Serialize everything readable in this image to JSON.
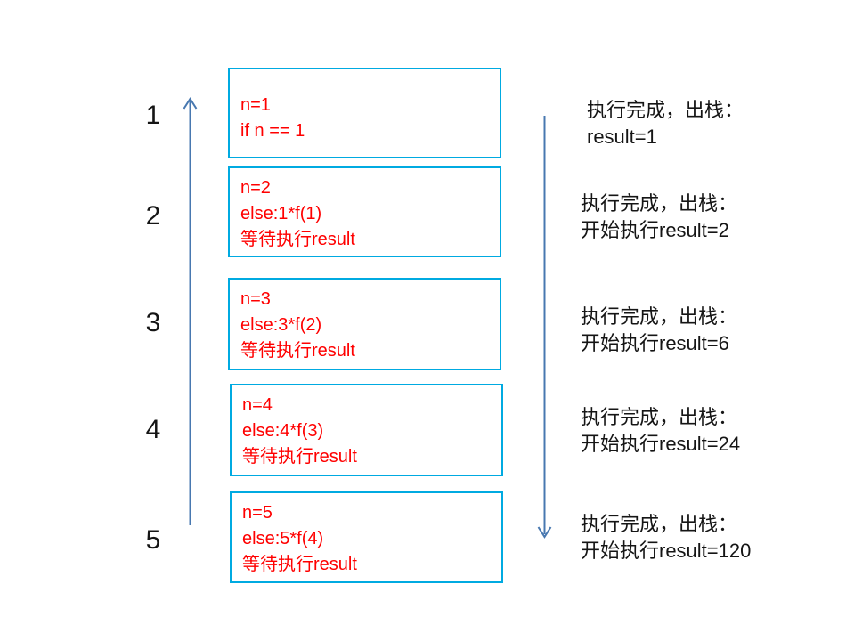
{
  "colors": {
    "box_border": "#00aae1",
    "frame_text": "#ff0000",
    "arrow": "#4878b0",
    "annotation_text": "#151515"
  },
  "stack": {
    "levels": [
      {
        "label": "1"
      },
      {
        "label": "2"
      },
      {
        "label": "3"
      },
      {
        "label": "4"
      },
      {
        "label": "5"
      }
    ],
    "frames": [
      {
        "lines": [
          "n=1",
          "if n == 1"
        ]
      },
      {
        "lines": [
          "n=2",
          "else:1*f(1)",
          "等待执行result"
        ]
      },
      {
        "lines": [
          "n=3",
          "else:3*f(2)",
          "等待执行result"
        ]
      },
      {
        "lines": [
          "n=4",
          "else:4*f(3)",
          "等待执行result"
        ]
      },
      {
        "lines": [
          "n=5",
          "else:5*f(4)",
          "等待执行result"
        ]
      }
    ]
  },
  "annotations": [
    {
      "line1": "执行完成，出栈：",
      "line2": "result=1"
    },
    {
      "line1": "执行完成，出栈：",
      "line2": "开始执行result=2"
    },
    {
      "line1": "执行完成，出栈：",
      "line2": "开始执行result=6"
    },
    {
      "line1": "执行完成，出栈：",
      "line2": "开始执行result=24"
    },
    {
      "line1": "执行完成，出栈：",
      "line2": "开始执行result=120"
    }
  ]
}
